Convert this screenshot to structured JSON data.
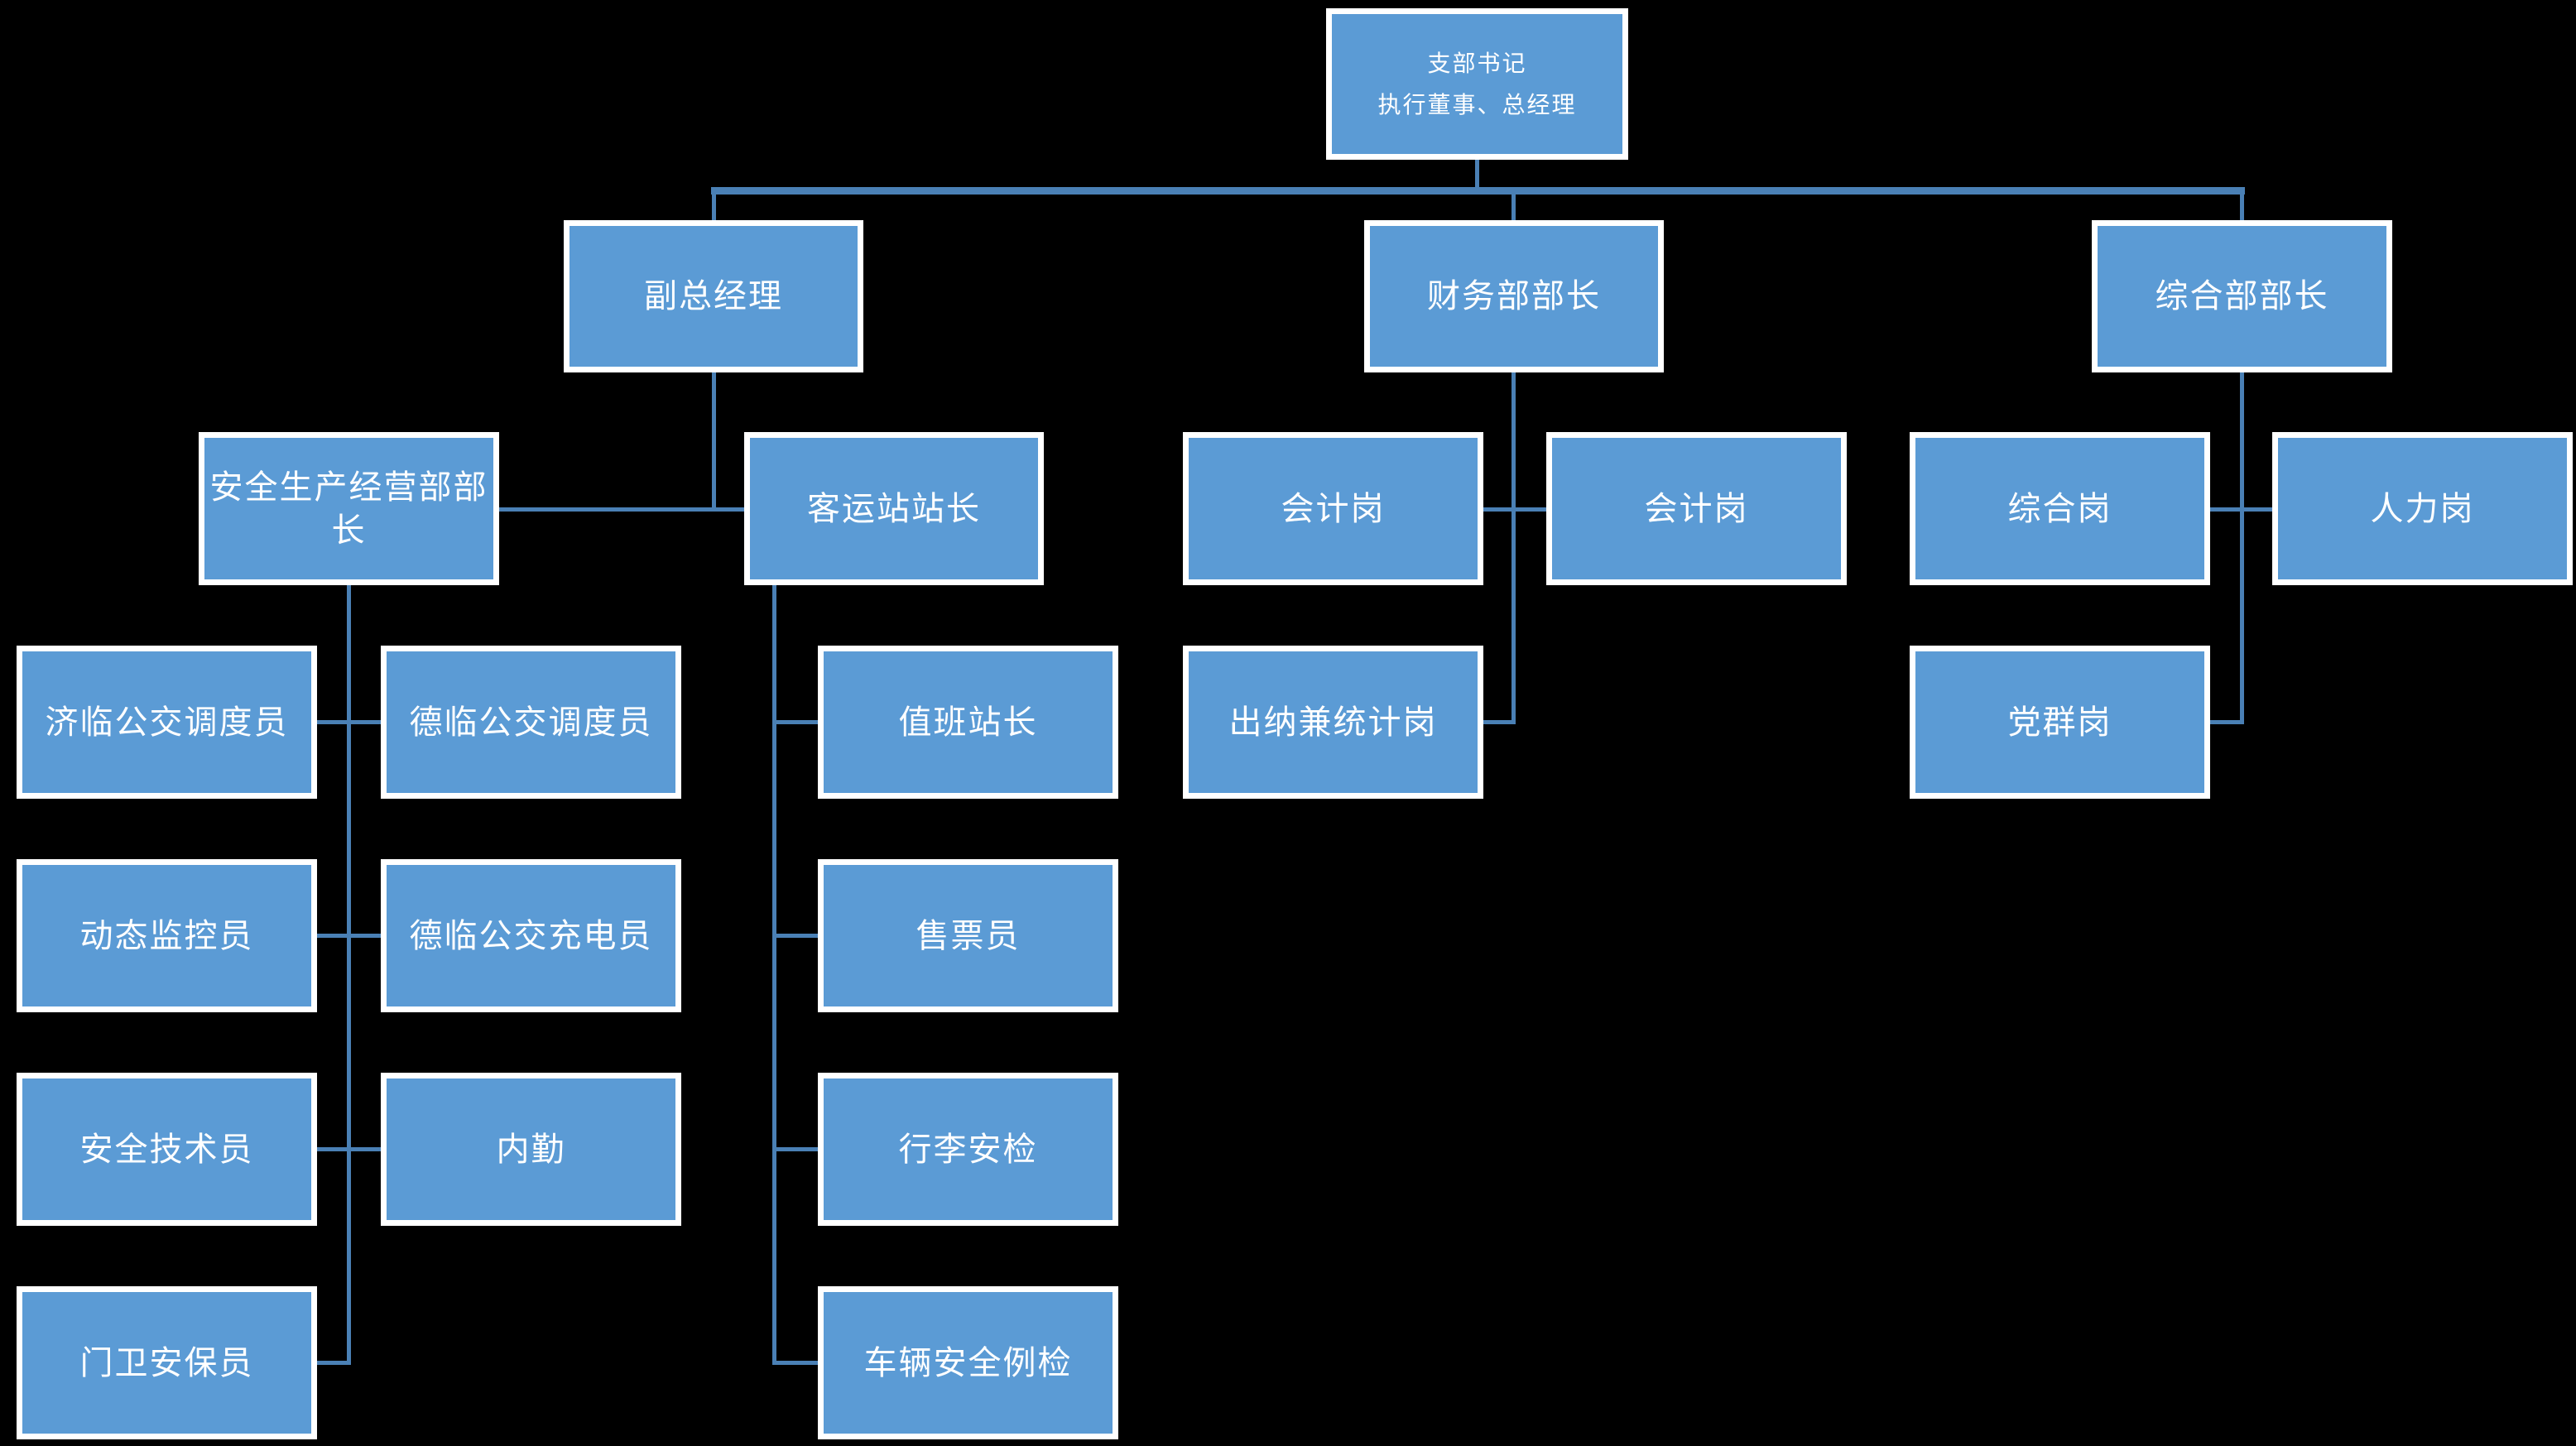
{
  "chart_title": "",
  "colors": {
    "background": "#000000",
    "box_fill": "#5B9BD5",
    "box_border": "#FFFFFF",
    "connector": "#4A80B5",
    "text": "#FFFFFF"
  },
  "root": {
    "line1": "支部书记",
    "line2": "执行董事、总经理"
  },
  "nodes": [
    {
      "label": "副总经理"
    },
    {
      "label": "财务部部长"
    },
    {
      "label": "综合部部长"
    },
    {
      "label": "安全生产经营部部长"
    },
    {
      "label": "客运站站长"
    },
    {
      "label": "会计岗"
    },
    {
      "label": "会计岗"
    },
    {
      "label": "综合岗"
    },
    {
      "label": "人力岗"
    },
    {
      "label": "济临公交调度员"
    },
    {
      "label": "德临公交调度员"
    },
    {
      "label": "值班站长"
    },
    {
      "label": "出纳兼统计岗"
    },
    {
      "label": "党群岗"
    },
    {
      "label": "动态监控员"
    },
    {
      "label": "德临公交充电员"
    },
    {
      "label": "售票员"
    },
    {
      "label": "安全技术员"
    },
    {
      "label": "内勤"
    },
    {
      "label": "行李安检"
    },
    {
      "label": "门卫安保员"
    },
    {
      "label": "车辆安全例检"
    }
  ]
}
